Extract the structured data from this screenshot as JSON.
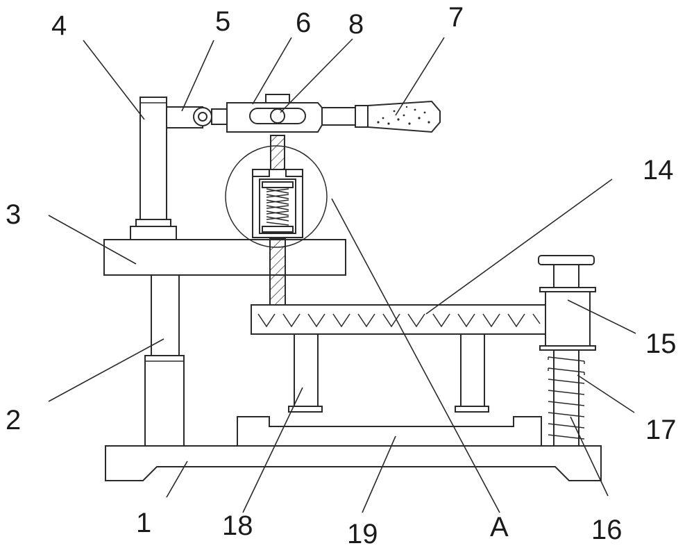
{
  "labels": {
    "l1": "1",
    "l2": "2",
    "l3": "3",
    "l4": "4",
    "l5": "5",
    "l6": "6",
    "l7": "7",
    "l8": "8",
    "l14": "14",
    "l15": "15",
    "l16": "16",
    "l17": "17",
    "l18": "18",
    "l19": "19",
    "lA": "A"
  }
}
